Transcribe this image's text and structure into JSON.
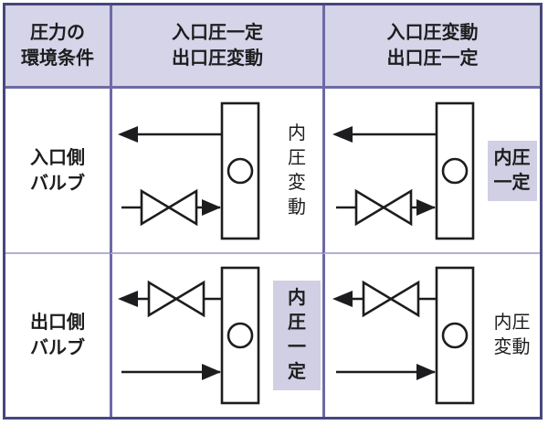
{
  "colors": {
    "outer_border": "#47477e",
    "grid_line": "#6e69a6",
    "grid_line_light": "#b3b0d4",
    "header_bg": "#d5d4e8",
    "highlight_bg": "#d0cfe3",
    "ink": "#1d1d1f"
  },
  "table": {
    "header": {
      "col1": "圧力の\n環境条件",
      "col2": "入口圧一定\n出口圧変動",
      "col3": "入口圧変動\n出口圧一定"
    },
    "rows": [
      {
        "label": "入口側\nバルブ",
        "cells": [
          {
            "valve_position": "inlet-bottom-line",
            "pressure_label": "内圧\n変動",
            "highlighted": false
          },
          {
            "valve_position": "inlet-bottom-line",
            "pressure_label": "内圧\n一定",
            "highlighted": true
          }
        ]
      },
      {
        "label": "出口側\nバルブ",
        "cells": [
          {
            "valve_position": "outlet-top-line",
            "pressure_label": "内圧\n一定",
            "highlighted": true
          },
          {
            "valve_position": "outlet-top-line",
            "pressure_label": "内圧\n変動",
            "highlighted": false
          }
        ]
      }
    ],
    "diagram_legend": {
      "vessel": "vessel-rectangle",
      "gauge": "gauge-circle-icon",
      "valve": "valve-bowtie-icon",
      "outflow": "arrow-left-icon",
      "inflow": "arrow-right-icon"
    }
  }
}
